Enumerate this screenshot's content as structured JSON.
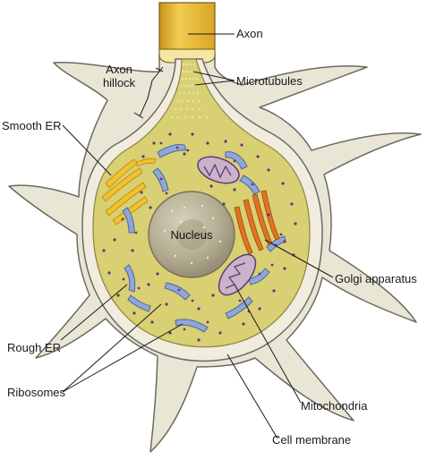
{
  "labels": {
    "axon": "Axon",
    "axon_hillock_line1": "Axon",
    "axon_hillock_line2": "hillock",
    "microtubules": "Microtubules",
    "smooth_er": "Smooth ER",
    "nucleus": "Nucleus",
    "golgi_apparatus": "Golgi apparatus",
    "rough_er": "Rough ER",
    "ribosomes": "Ribosomes",
    "mitochondria": "Mitochondria",
    "cell_membrane": "Cell membrane"
  },
  "colors": {
    "dendrite_fill": "#e9e6d6",
    "outline": "#6b6b5f",
    "cytoplasm": "#d9cf73",
    "axon": "#e8b830",
    "nucleus": "#b5ad93",
    "rough_er": "#8fa6d8",
    "golgi": "#e0741f",
    "smooth_er": "#f1c22f",
    "mitochondria": "#c9b3c8",
    "ribosome": "#5d3a78"
  }
}
